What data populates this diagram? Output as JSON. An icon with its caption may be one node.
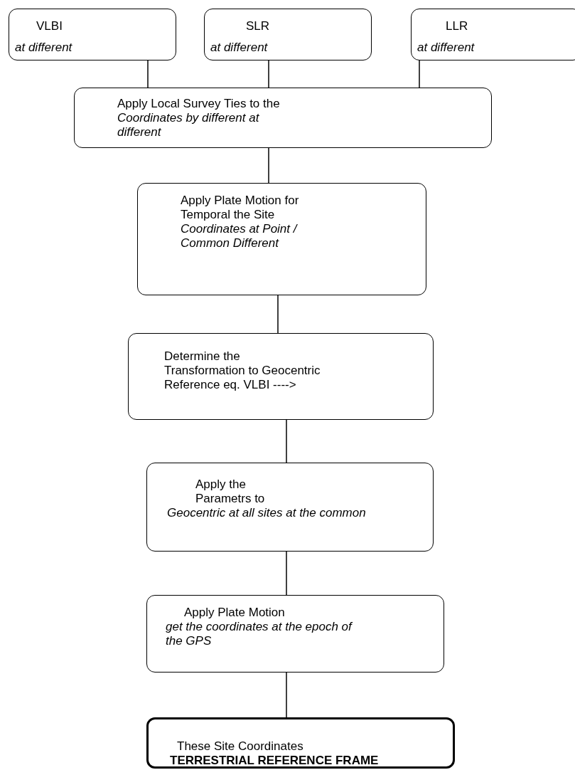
{
  "diagram": {
    "nodes": [
      {
        "text": [
          "VLBI",
          "at different"
        ]
      },
      {
        "text": [
          "SLR",
          "at different"
        ]
      },
      {
        "text": [
          "LLR",
          "at different"
        ]
      },
      {
        "text": [
          "Apply Local Survey Ties to the",
          "Coordinates by different at different"
        ]
      },
      {
        "text": [
          "Apply Plate Motion for Temporal the Site",
          "Coordinates at Point / Common Different"
        ]
      },
      {
        "text": [
          "Determine the Transformation to Geocentric Reference eq. VLBI ---->"
        ]
      },
      {
        "text": [
          "Apply the Parametrs to",
          "Geocentric at all sites at the common"
        ]
      },
      {
        "text": [
          "Apply Plate Motion",
          "get the coordinates at the epoch of the GPS"
        ]
      },
      {
        "text": [
          "These Site Coordinates",
          "TERRESTRIAL REFERENCE FRAME"
        ]
      }
    ],
    "edges": [
      {
        "from": 0,
        "to": 3,
        "arrow": "none"
      },
      {
        "from": 1,
        "to": 3,
        "arrow": "none"
      },
      {
        "from": 2,
        "to": 3,
        "arrow": "none"
      },
      {
        "from": 3,
        "to": 4,
        "arrow": "none"
      },
      {
        "from": 4,
        "to": 5,
        "arrow": "none"
      },
      {
        "from": 5,
        "to": 6,
        "arrow": "none"
      },
      {
        "from": 6,
        "to": 7,
        "arrow": "none"
      },
      {
        "from": 7,
        "to": 8,
        "arrow": "none"
      }
    ]
  }
}
